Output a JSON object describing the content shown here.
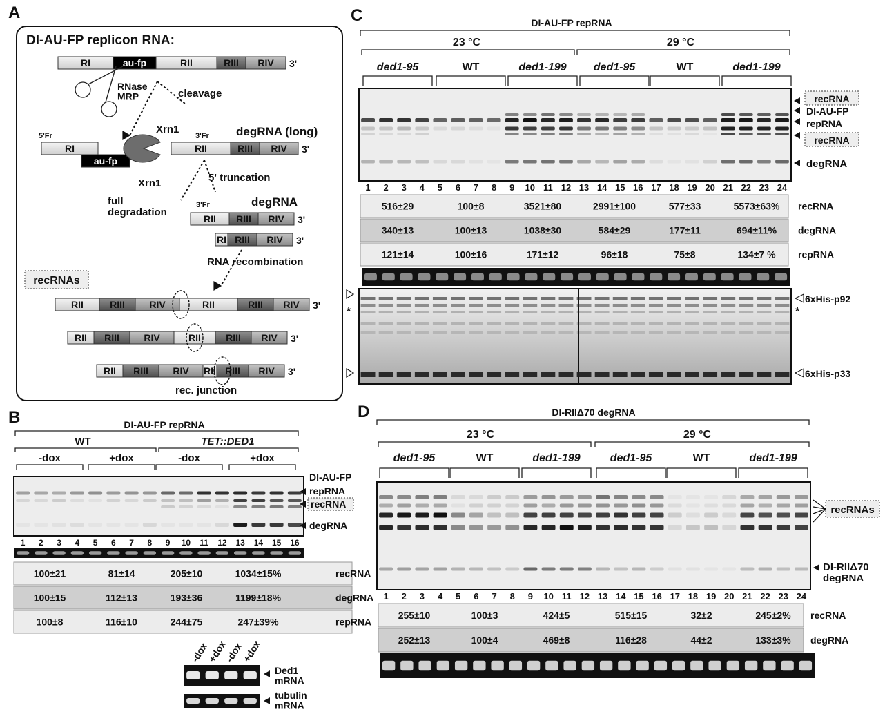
{
  "panels": {
    "A": {
      "letter": "A",
      "title": "DI-AU-FP replicon RNA:",
      "regions": {
        "RI": "RI",
        "aufp": "au-fp",
        "RII": "RII",
        "RIII": "RIII",
        "RIV": "RIV"
      },
      "end3": "3'",
      "rnase": "RNase\nMRP",
      "cleavage": "cleavage",
      "fr5": "5'Fr",
      "fr3": "3'Fr",
      "xrn1": "Xrn1",
      "degrna_long": "degRNA (long)",
      "trunc": "5' truncation",
      "full_deg": "full\ndegradation",
      "degrna": "degRNA",
      "recomb": "RNA recombination",
      "recrnas": "recRNAs",
      "junction": "rec. junction"
    },
    "B": {
      "letter": "B",
      "title": "DI-AU-FP repRNA",
      "groups": [
        "WT",
        "TET::DED1"
      ],
      "subgroups": [
        "-dox",
        "+dox",
        "-dox",
        "+dox"
      ],
      "lanes": [
        "1",
        "2",
        "3",
        "4",
        "5",
        "6",
        "7",
        "8",
        "9",
        "10",
        "11",
        "12",
        "13",
        "14",
        "15",
        "16"
      ],
      "band_labels": [
        "DI-AU-FP",
        "repRNA",
        "recRNA",
        "degRNA"
      ],
      "table": [
        {
          "row": "recRNA",
          "values": [
            "100±21",
            "81±14",
            "205±10",
            "1034±15%"
          ]
        },
        {
          "row": "degRNA",
          "values": [
            "100±15",
            "112±13",
            "193±36",
            "1199±18%"
          ]
        },
        {
          "row": "repRNA",
          "values": [
            "100±8",
            "116±10",
            "244±75",
            "247±39%"
          ]
        }
      ],
      "inset_lanes": [
        "-dox",
        "+dox",
        "-dox",
        "+dox"
      ],
      "inset_labels": [
        "Ded1\nmRNA",
        "tubulin\nmRNA"
      ]
    },
    "C": {
      "letter": "C",
      "title": "DI-AU-FP repRNA",
      "temps": [
        "23 °C",
        "29 °C"
      ],
      "strains": [
        "ded1-95",
        "WT",
        "ded1-199",
        "ded1-95",
        "WT",
        "ded1-199"
      ],
      "lanes": [
        "1",
        "2",
        "3",
        "4",
        "5",
        "6",
        "7",
        "8",
        "9",
        "10",
        "11",
        "12",
        "13",
        "14",
        "15",
        "16",
        "17",
        "18",
        "19",
        "20",
        "21",
        "22",
        "23",
        "24"
      ],
      "band_labels": [
        "recRNA",
        "DI-AU-FP",
        "repRNA",
        "recRNA",
        "degRNA"
      ],
      "table": [
        {
          "row": "recRNA",
          "values": [
            "516±29",
            "100±8",
            "3521±80",
            "2991±100",
            "577±33",
            "5573±63%"
          ]
        },
        {
          "row": "degRNA",
          "values": [
            "340±13",
            "100±13",
            "1038±30",
            "584±29",
            "177±11",
            "694±11%"
          ]
        },
        {
          "row": "repRNA",
          "values": [
            "121±14",
            "100±16",
            "171±12",
            "96±18",
            "75±8",
            "134±7 %"
          ]
        }
      ],
      "protein_labels": [
        "6xHis-p92",
        "6xHis-p33"
      ],
      "star": "*"
    },
    "D": {
      "letter": "D",
      "title": "DI-RIIΔ70 degRNA",
      "temps": [
        "23 °C",
        "29 °C"
      ],
      "strains": [
        "ded1-95",
        "WT",
        "ded1-199",
        "ded1-95",
        "WT",
        "ded1-199"
      ],
      "lanes": [
        "1",
        "2",
        "3",
        "4",
        "5",
        "6",
        "7",
        "8",
        "9",
        "10",
        "11",
        "12",
        "13",
        "14",
        "15",
        "16",
        "17",
        "18",
        "19",
        "20",
        "21",
        "22",
        "23",
        "24"
      ],
      "band_labels": [
        "recRNAs",
        "DI-RIIΔ70\ndegRNA"
      ],
      "table": [
        {
          "row": "recRNA",
          "values": [
            "255±10",
            "100±3",
            "424±5",
            "515±15",
            "32±2",
            "245±2%"
          ]
        },
        {
          "row": "degRNA",
          "values": [
            "252±13",
            "100±4",
            "469±8",
            "116±28",
            "44±2",
            "133±3%"
          ]
        }
      ]
    }
  },
  "colors": {
    "frame": "#111111",
    "gel_bg": "#e9e9e9",
    "band": "#1c1c1c",
    "row_light": "#ececec",
    "row_dark": "#cfcfcf",
    "au_fp": "#000000"
  }
}
